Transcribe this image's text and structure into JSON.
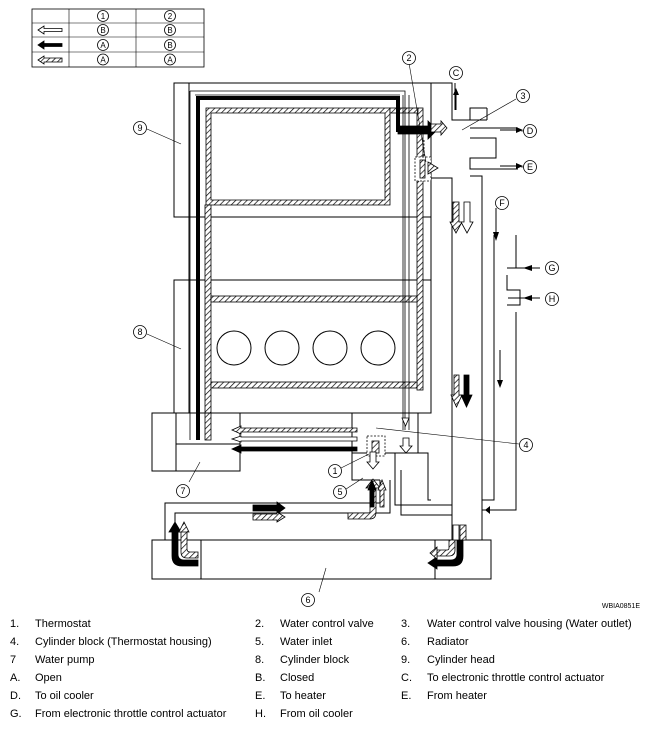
{
  "legend": {
    "columns": [
      "1",
      "2"
    ],
    "rows": [
      {
        "style": "open-arrow",
        "col1": "B",
        "col2": "B"
      },
      {
        "style": "solid-arrow",
        "col1": "A",
        "col2": "B"
      },
      {
        "style": "hatched-arrow",
        "col1": "A",
        "col2": "A"
      }
    ]
  },
  "callouts": [
    "1",
    "2",
    "3",
    "4",
    "5",
    "6",
    "7",
    "8",
    "9",
    "C",
    "D",
    "E",
    "F",
    "G",
    "H"
  ],
  "figure_ref": "WBIA0851E",
  "parts": [
    {
      "key": "1.",
      "label": "Thermostat"
    },
    {
      "key": "2.",
      "label": "Water control valve"
    },
    {
      "key": "3.",
      "label": "Water control valve housing (Water outlet)"
    },
    {
      "key": "4.",
      "label": "Cylinder block (Thermostat housing)"
    },
    {
      "key": "5.",
      "label": "Water inlet"
    },
    {
      "key": "6.",
      "label": "Radiator"
    },
    {
      "key": "7",
      "label": "Water pump"
    },
    {
      "key": "8.",
      "label": "Cylinder block"
    },
    {
      "key": "9.",
      "label": "Cylinder head"
    },
    {
      "key": "A.",
      "label": "Open"
    },
    {
      "key": "B.",
      "label": "Closed"
    },
    {
      "key": "C.",
      "label": "To electronic throttle control actuator"
    },
    {
      "key": "D.",
      "label": "To oil cooler"
    },
    {
      "key": "E.",
      "label": "To heater"
    },
    {
      "key": "E.",
      "label": "From heater"
    },
    {
      "key": "G.",
      "label": "From electronic throttle control actuator"
    },
    {
      "key": "H.",
      "label": "From oil cooler"
    }
  ]
}
